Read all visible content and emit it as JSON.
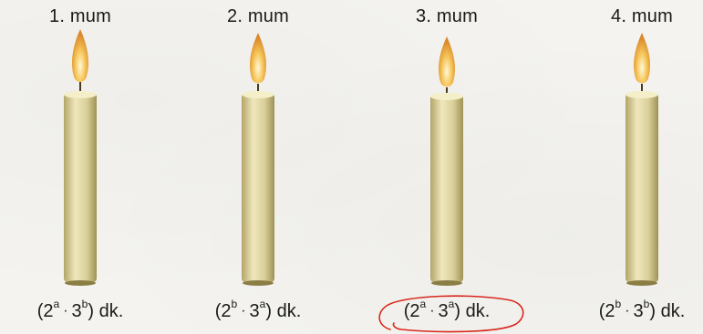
{
  "candles": [
    {
      "title": "1. mum",
      "t1_base": "2",
      "t1_exp": "a",
      "t2_base": "3",
      "t2_exp": "b",
      "unit": "dk."
    },
    {
      "title": "2. mum",
      "t1_base": "2",
      "t1_exp": "b",
      "t2_base": "3",
      "t2_exp": "a",
      "unit": "dk."
    },
    {
      "title": "3. mum",
      "t1_base": "2",
      "t1_exp": "a",
      "t2_base": "3",
      "t2_exp": "a",
      "unit": "dk."
    },
    {
      "title": "4. mum",
      "t1_base": "2",
      "t1_exp": "b",
      "t2_base": "3",
      "t2_exp": "b",
      "unit": "dk."
    }
  ],
  "colors": {
    "wax": "#d9cf9a",
    "flame": "#f2b541",
    "pen_mark": "#d9281e"
  }
}
